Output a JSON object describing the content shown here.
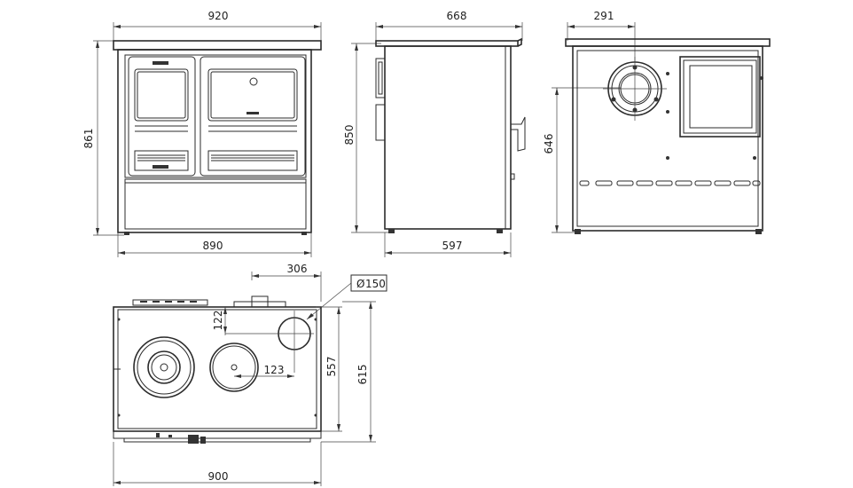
{
  "dimensions": {
    "front_width_top": "920",
    "front_height": "861",
    "front_width_bottom": "890",
    "side_depth_top": "668",
    "side_height": "850",
    "side_depth_bottom": "597",
    "back_flue_offset": "291",
    "back_flue_height": "646",
    "top_flue_offset": "306",
    "flue_diameter": "150",
    "top_flue_from_edge": "122",
    "top_flue_spacing": "123",
    "top_depth_inner": "557",
    "top_depth_outer": "615",
    "top_width": "900"
  },
  "symbols": {
    "diameter": "Ø"
  }
}
